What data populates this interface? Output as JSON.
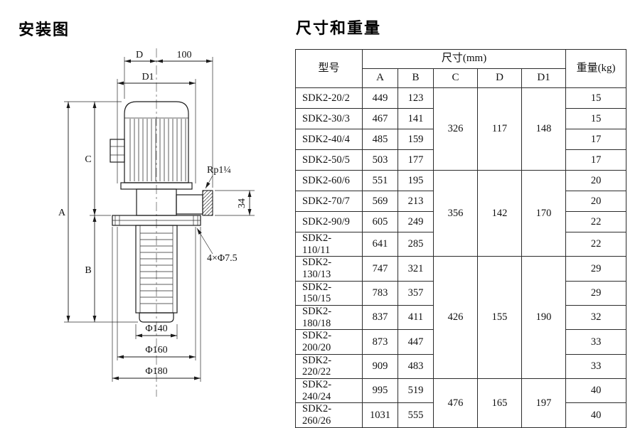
{
  "page": {
    "left": {
      "title": "安装图",
      "labels": {
        "d": "D",
        "l100": "100",
        "d1": "D1",
        "c": "C",
        "a": "A",
        "b": "B",
        "rp": "Rp1¼",
        "h34": "34",
        "holes": "4×Φ7.5",
        "phi140": "Φ140",
        "phi160": "Φ160",
        "phi180": "Φ180"
      }
    },
    "right": {
      "title": "尺寸和重量",
      "table": {
        "header": {
          "model": "型号",
          "size_group": "尺寸(mm)",
          "size_cols": [
            "A",
            "B",
            "C",
            "D",
            "D1"
          ],
          "weight": "重量(kg)"
        },
        "rows": [
          {
            "model": "SDK2-20/2",
            "a": "449",
            "b": "123",
            "weight": "15"
          },
          {
            "model": "SDK2-30/3",
            "a": "467",
            "b": "141",
            "weight": "15"
          },
          {
            "model": "SDK2-40/4",
            "a": "485",
            "b": "159",
            "weight": "17"
          },
          {
            "model": "SDK2-50/5",
            "a": "503",
            "b": "177",
            "weight": "17"
          },
          {
            "model": "SDK2-60/6",
            "a": "551",
            "b": "195",
            "weight": "20"
          },
          {
            "model": "SDK2-70/7",
            "a": "569",
            "b": "213",
            "weight": "20"
          },
          {
            "model": "SDK2-90/9",
            "a": "605",
            "b": "249",
            "weight": "22"
          },
          {
            "model": "SDK2-110/11",
            "a": "641",
            "b": "285",
            "weight": "22"
          },
          {
            "model": "SDK2-130/13",
            "a": "747",
            "b": "321",
            "weight": "29"
          },
          {
            "model": "SDK2-150/15",
            "a": "783",
            "b": "357",
            "weight": "29"
          },
          {
            "model": "SDK2-180/18",
            "a": "837",
            "b": "411",
            "weight": "32"
          },
          {
            "model": "SDK2-200/20",
            "a": "873",
            "b": "447",
            "weight": "33"
          },
          {
            "model": "SDK2-220/22",
            "a": "909",
            "b": "483",
            "weight": "33"
          },
          {
            "model": "SDK2-240/24",
            "a": "995",
            "b": "519",
            "weight": "40"
          },
          {
            "model": "SDK2-260/26",
            "a": "1031",
            "b": "555",
            "weight": "40"
          }
        ],
        "groups": [
          {
            "start": 0,
            "span": 4,
            "c": "326",
            "d": "117",
            "d1": "148"
          },
          {
            "start": 4,
            "span": 4,
            "c": "356",
            "d": "142",
            "d1": "170"
          },
          {
            "start": 8,
            "span": 5,
            "c": "426",
            "d": "155",
            "d1": "190"
          },
          {
            "start": 13,
            "span": 2,
            "c": "476",
            "d": "165",
            "d1": "197"
          }
        ]
      }
    }
  }
}
